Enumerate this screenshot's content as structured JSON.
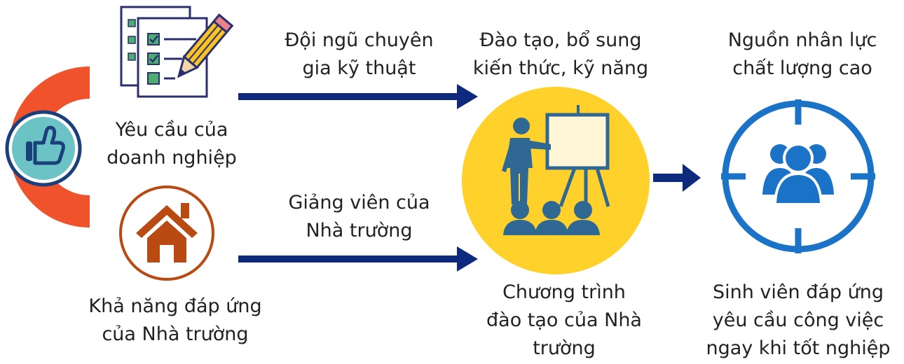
{
  "colors": {
    "arrow": "#0d2a7c",
    "orange_arc": "#f0532c",
    "yellow_circle": "#ffd12a",
    "presenter_blue": "#2e6893",
    "target_blue": "#1a73c7",
    "house_brown": "#b94a12",
    "thumb_teal": "#6cc3c6",
    "thumb_ring": "#1b3f7b"
  },
  "icons": {
    "checklist": "checklist-pencil-icon",
    "thumb": "thumbs-up-icon",
    "house": "house-icon",
    "presenter": "presentation-board-icon",
    "target": "team-target-icon"
  },
  "labels": {
    "business_requirements": "Yêu cầu của\ndoanh nghiệp",
    "school_capacity": "Khả năng đáp ứng\ncủa Nhà trường",
    "expert_team": "Đội ngũ chuyên\ngia kỹ thuật",
    "school_lecturers": "Giảng viên của\nNhà trường",
    "training_supplement": "Đào tạo, bổ sung\nkiến thức, kỹ năng",
    "training_program": "Chương trình\nđào tạo của Nhà\ntrường",
    "high_quality_hr": "Nguồn nhân lực\nchất lượng cao",
    "students_meet": "Sinh viên đáp ứng\nyêu cầu công việc\nngay khi tốt nghiệp"
  }
}
